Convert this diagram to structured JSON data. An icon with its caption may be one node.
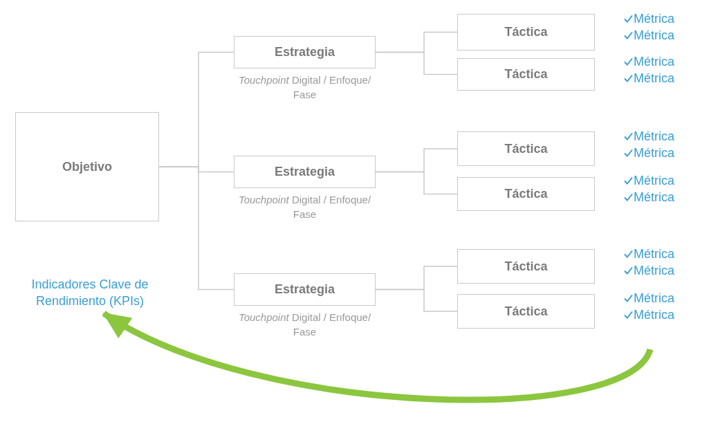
{
  "diagram": {
    "nodes": [
      {
        "text": [
          "Objetivo"
        ]
      },
      {
        "text": [
          "Estrategia"
        ],
        "beside": [
          "*Touchpoint* Digital / Enfoque/ Fase"
        ]
      },
      {
        "text": [
          "Táctica"
        ]
      },
      {
        "text": [
          "Táctica"
        ]
      },
      {
        "text": [
          "Estrategia"
        ],
        "beside": [
          "*Touchpoint* Digital / Enfoque/ Fase"
        ]
      },
      {
        "text": [
          "Táctica"
        ]
      },
      {
        "text": [
          "Táctica"
        ]
      },
      {
        "text": [
          "Estrategia"
        ],
        "beside": [
          "*Touchpoint* Digital / Enfoque/ Fase"
        ]
      },
      {
        "text": [
          "Táctica"
        ]
      },
      {
        "text": [
          "Táctica"
        ]
      },
      {
        "text": [
          "Indicadores Clave de Rendimiento (KPIs)"
        ]
      }
    ],
    "edges": [
      {
        "from": 0,
        "to": 1,
        "arrow": "none"
      },
      {
        "from": 0,
        "to": 4,
        "arrow": "none"
      },
      {
        "from": 0,
        "to": 7,
        "arrow": "none"
      },
      {
        "from": 1,
        "to": 2,
        "arrow": "none"
      },
      {
        "from": 1,
        "to": 3,
        "arrow": "none"
      },
      {
        "from": 4,
        "to": 5,
        "arrow": "none"
      },
      {
        "from": 4,
        "to": 6,
        "arrow": "none"
      },
      {
        "from": 7,
        "to": 8,
        "arrow": "none"
      },
      {
        "from": 7,
        "to": 9,
        "arrow": "none"
      },
      {
        "from": null,
        "to": 10,
        "arrow": "to",
        "style": "thick",
        "color": "#8cc63f"
      }
    ],
    "labels": [
      "Métrica",
      "Métrica",
      "Métrica",
      "Métrica",
      "Métrica",
      "Métrica",
      "Métrica",
      "Métrica",
      "Métrica",
      "Métrica",
      "Métrica",
      "Métrica"
    ]
  }
}
